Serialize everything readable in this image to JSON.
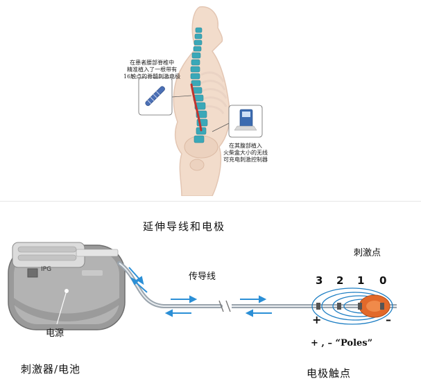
{
  "top": {
    "annotation_left": [
      "在患者腰部脊椎中",
      "精准植入了一根带有",
      "16触点的脊髓刺激电极"
    ],
    "annotation_right": [
      "在其腹部植入",
      "火柴盒大小的无线",
      "可充电刺激控制器"
    ]
  },
  "bottom": {
    "title": "延伸导线和电极",
    "device_label": "IPG",
    "label_stim_point": "刺激点",
    "label_wire": "传导线",
    "label_power": "电源",
    "label_stimulator": "刺激器/电池",
    "label_contacts": "电极触点",
    "electrode_numbers": [
      "3",
      "2",
      "1",
      "0"
    ],
    "polarity_plus": "+",
    "polarity_minus": "–",
    "poles_label": "+ , – “Poles”"
  },
  "colors": {
    "spine": "#3aa8b8",
    "electrode": "#c0332e",
    "skin": "#f2dccb",
    "body_outline": "#e3c6b3",
    "arrow": "#2b8fd6",
    "field": "#1f7fc4",
    "stim_spot": "#e2692a",
    "device": "#8f8f8f"
  }
}
